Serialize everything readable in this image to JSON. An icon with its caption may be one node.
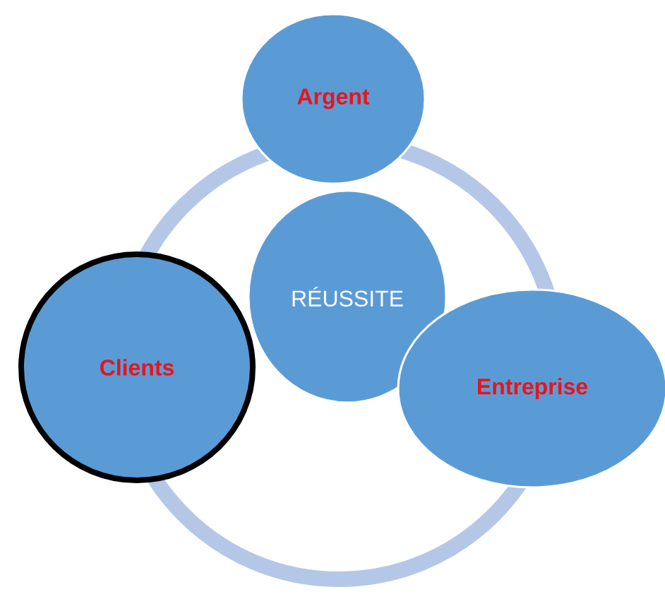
{
  "diagram": {
    "nodes": [
      {
        "text": [
          "Argent"
        ]
      },
      {
        "text": [
          "RÉUSSITE"
        ]
      },
      {
        "text": [
          "Clients"
        ]
      },
      {
        "text": [
          "Entreprise"
        ]
      }
    ]
  }
}
